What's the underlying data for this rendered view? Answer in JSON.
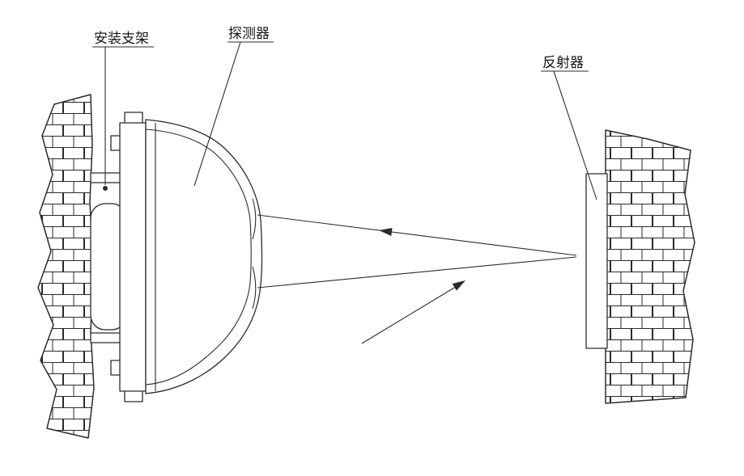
{
  "diagram": {
    "labels": {
      "bracket": "安装支架",
      "detector": "探测器",
      "reflector": "反射器"
    },
    "colors": {
      "line": "#2b2b2b",
      "background": "#ffffff",
      "text": "#161616"
    }
  }
}
